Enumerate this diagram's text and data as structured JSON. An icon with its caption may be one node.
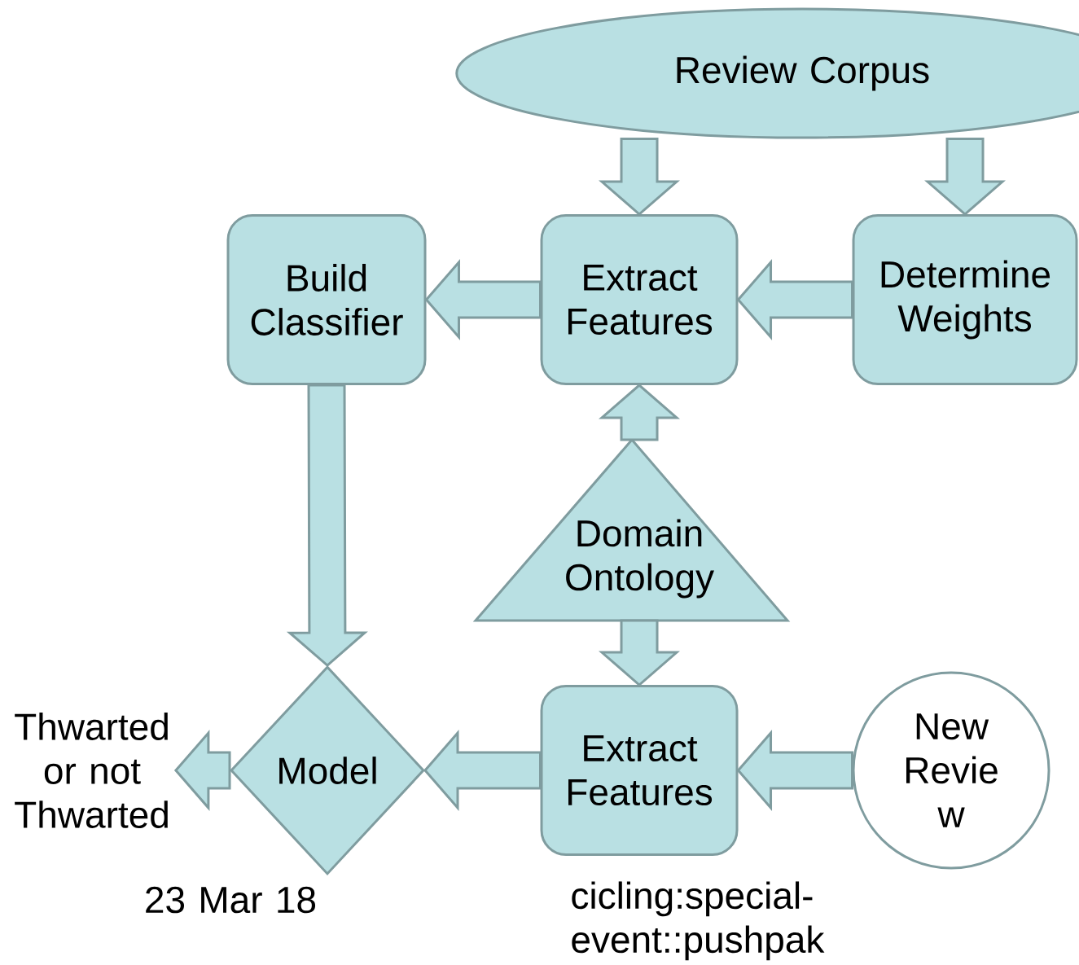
{
  "diagram": {
    "nodes": [
      {
        "text": [
          "Review Corpus"
        ]
      },
      {
        "text": [
          "Build Classifier"
        ]
      },
      {
        "text": [
          "Extract Features"
        ]
      },
      {
        "text": [
          "Determine Weights"
        ]
      },
      {
        "text": [
          "Domain Ontology"
        ]
      },
      {
        "text": [
          "Model"
        ]
      },
      {
        "text": [
          "Extract Features"
        ]
      },
      {
        "text": [
          "New Revie w"
        ]
      },
      {
        "text": [
          "Thwarted or not Thwarted"
        ]
      }
    ],
    "edges": [
      {
        "from": 0,
        "to": 2,
        "arrow": "to"
      },
      {
        "from": 0,
        "to": 3,
        "arrow": "to"
      },
      {
        "from": 2,
        "to": 1,
        "arrow": "to"
      },
      {
        "from": 3,
        "to": 2,
        "arrow": "to"
      },
      {
        "from": 4,
        "to": 2,
        "arrow": "to"
      },
      {
        "from": 4,
        "to": 6,
        "arrow": "to"
      },
      {
        "from": 1,
        "to": 5,
        "arrow": "to"
      },
      {
        "from": 6,
        "to": 5,
        "arrow": "to"
      },
      {
        "from": 7,
        "to": 6,
        "arrow": "to"
      },
      {
        "from": 5,
        "to": 8,
        "arrow": "to"
      }
    ],
    "labels": [
      "23 Mar 18",
      "cicling:special-event::pushpak"
    ]
  }
}
